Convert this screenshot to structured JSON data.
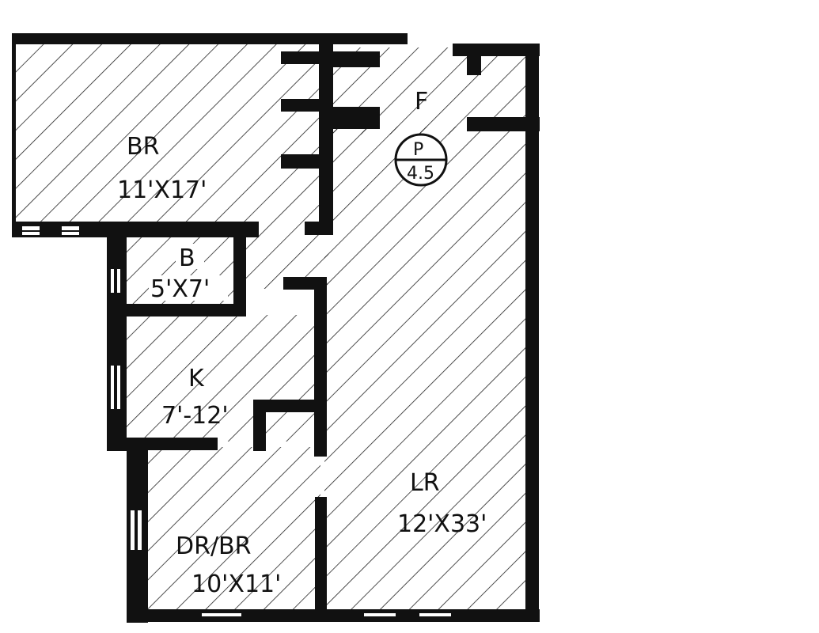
{
  "rooms": {
    "br": {
      "name": "BR",
      "size": "11'X17'"
    },
    "bath": {
      "name": "B",
      "size": "5'X7'"
    },
    "kitchen": {
      "name": "K",
      "size": "7'-12'"
    },
    "dr_br": {
      "name": "DR/BR",
      "size": "10'X11'"
    },
    "lr": {
      "name": "LR",
      "size": "12'X33'"
    },
    "foyer": {
      "name": "F"
    }
  },
  "symbol": {
    "top": "P",
    "bottom": "4.5"
  },
  "colors": {
    "wall": "#111111",
    "hatch": "#222222",
    "background": "#ffffff"
  }
}
